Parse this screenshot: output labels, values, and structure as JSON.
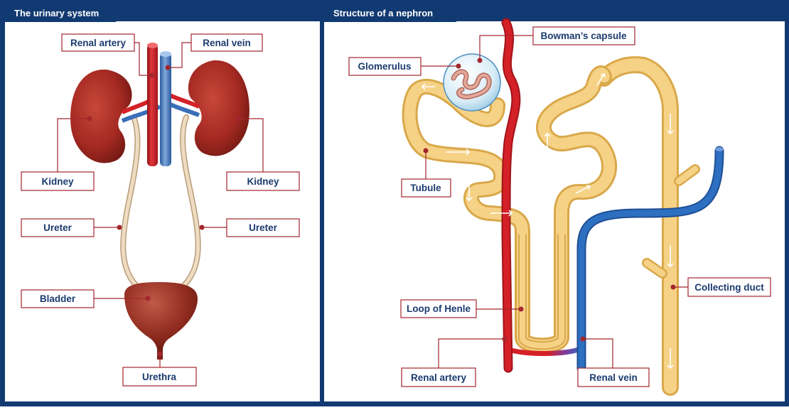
{
  "colors": {
    "frame": "#123a72",
    "label_text": "#1b3b6f",
    "leader": "#a3262d",
    "artery": "#d42027",
    "vein": "#2d6fc0",
    "tubule": "#f2c46a",
    "kidney": "#a52a22",
    "ureter": "#e8d2b3"
  },
  "left_panel": {
    "title": "The urinary system",
    "labels": {
      "renal_artery": "Renal artery",
      "renal_vein": "Renal vein",
      "kidney_left": "Kidney",
      "kidney_right": "Kidney",
      "ureter_left": "Ureter",
      "ureter_right": "Ureter",
      "bladder": "Bladder",
      "urethra": "Urethra"
    }
  },
  "right_panel": {
    "title": "Structure of a nephron",
    "labels": {
      "bowmans_capsule": "Bowman’s capsule",
      "glomerulus": "Glomerulus",
      "tubule": "Tubule",
      "loop_of_henle": "Loop of Henle",
      "collecting_duct": "Collecting duct",
      "renal_artery": "Renal artery",
      "renal_vein": "Renal vein"
    }
  }
}
